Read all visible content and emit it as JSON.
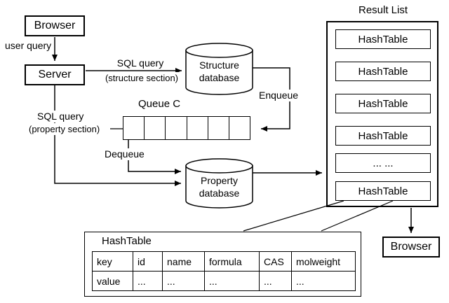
{
  "nodes": {
    "browser_top": "Browser",
    "server": "Server",
    "structure_db": "Structure\ndatabase",
    "property_db": "Property\ndatabase",
    "browser_bottom": "Browser"
  },
  "labels": {
    "user_query": "user query",
    "sql_structure_line1": "SQL query",
    "sql_structure_line2": "(structure section)",
    "sql_property_line1": "SQL query",
    "sql_property_line2": "(property section)",
    "queue_name": "Queue C",
    "enqueue": "Enqueue",
    "dequeue": "Dequeue"
  },
  "result_list": {
    "title": "Result List",
    "items": [
      "HashTable",
      "HashTable",
      "HashTable",
      "HashTable",
      "... ...",
      "HashTable"
    ]
  },
  "hashtable_detail": {
    "title": "HashTable",
    "rows": [
      [
        "key",
        "id",
        "name",
        "formula",
        "CAS",
        "molweight"
      ],
      [
        "value",
        "...",
        "...",
        "...",
        "...",
        "..."
      ]
    ]
  },
  "colors": {
    "stroke": "#000000",
    "background": "#ffffff"
  }
}
